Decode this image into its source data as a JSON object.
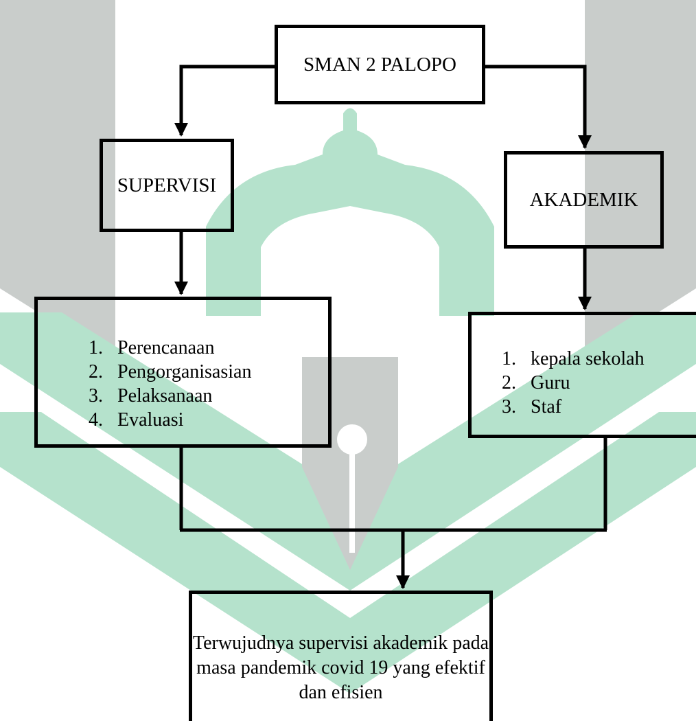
{
  "diagram": {
    "top_box": {
      "label": "SMAN 2 PALOPO"
    },
    "left_box": {
      "label": "SUPERVISI"
    },
    "right_box": {
      "label": "AKADEMIK"
    },
    "left_list": {
      "items": [
        {
          "num": "1.",
          "text": "Perencanaan"
        },
        {
          "num": "2.",
          "text": "Pengorganisasian"
        },
        {
          "num": "3.",
          "text": "Pelaksanaan"
        },
        {
          "num": "4.",
          "text": "Evaluasi"
        }
      ]
    },
    "right_list": {
      "items": [
        {
          "num": "1.",
          "text": "kepala sekolah"
        },
        {
          "num": "2.",
          "text": "Guru"
        },
        {
          "num": "3.",
          "text": "Staf"
        }
      ]
    },
    "result_box": {
      "lines": [
        "Terwujudnya supervisi akademik pada",
        "masa pandemik covid 19 yang efektif",
        "dan efisien"
      ]
    }
  },
  "watermark": {
    "colors": {
      "grey": "#c9cdcb",
      "green": "#b5e2cc",
      "white": "#ffffff"
    },
    "description_icon": "pen-nib-logo-watermark"
  }
}
